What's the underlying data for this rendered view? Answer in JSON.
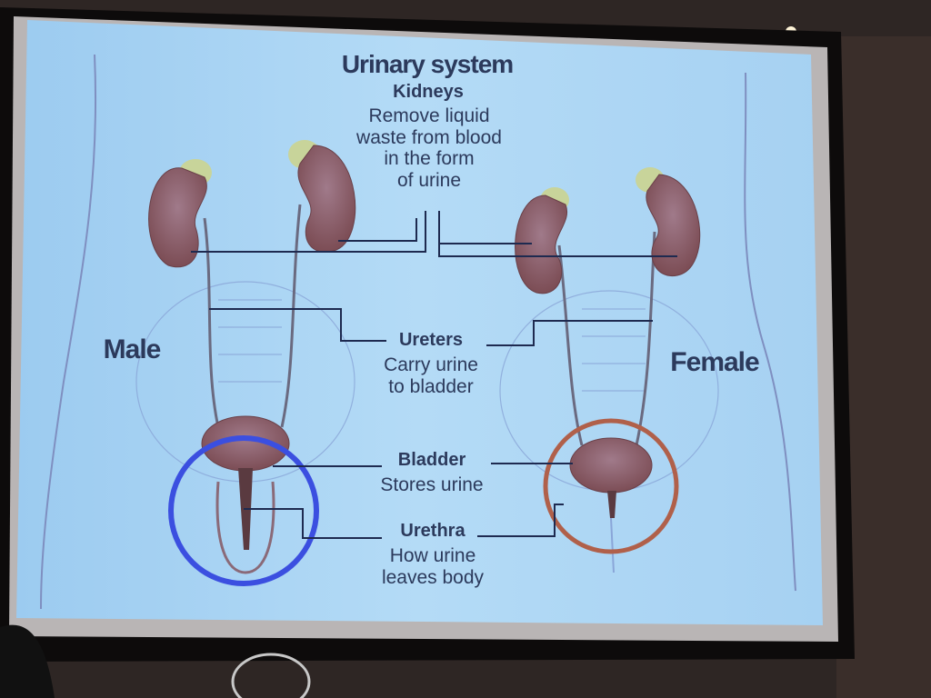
{
  "slide": {
    "title": "Urinary system",
    "kidneys": {
      "heading": "Kidneys",
      "lines": [
        "Remove liquid",
        "waste from blood",
        "in the form",
        "of urine"
      ]
    },
    "ureters": {
      "heading": "Ureters",
      "lines": [
        "Carry urine",
        "to bladder"
      ]
    },
    "bladder": {
      "heading": "Bladder",
      "lines": [
        "Stores urine"
      ]
    },
    "urethra": {
      "heading": "Urethra",
      "lines": [
        "How urine",
        "leaves body"
      ]
    },
    "male_label": "Male",
    "female_label": "Female"
  },
  "colors": {
    "slide_bg": "#a8d3f3",
    "text": "#2c3a5c",
    "kidney": "#8a5a63",
    "adrenal": "#c8d49a",
    "male_circle": "#3b4fe0",
    "female_circle": "#b0604a",
    "room": "#2e2624"
  }
}
